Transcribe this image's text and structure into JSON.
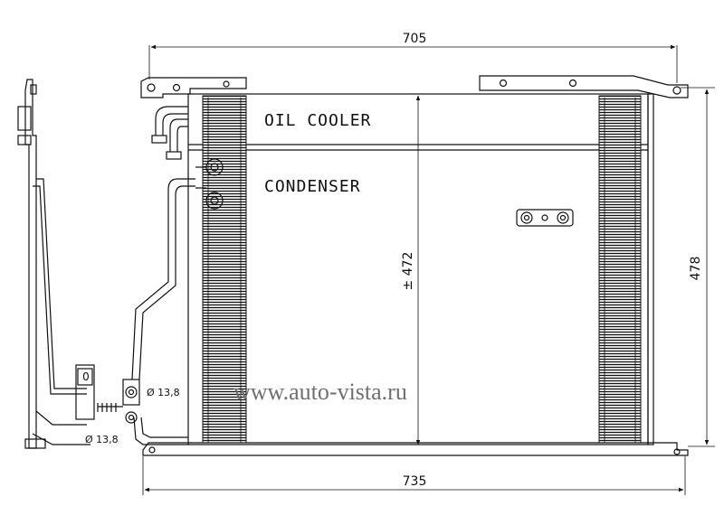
{
  "dimensions": {
    "top_width": "705",
    "bottom_width": "735",
    "core_height": "± 472",
    "total_height": "478",
    "inlet_diameter": "Ø 13,8",
    "outlet_diameter": "Ø 13,8"
  },
  "labels": {
    "oil_cooler": "OIL COOLER",
    "condenser": "CONDENSER",
    "side_marker": "0"
  },
  "watermark": "www.auto-vista.ru",
  "colors": {
    "line": "#111111",
    "watermark": "#6f6f6f",
    "background": "#ffffff"
  }
}
